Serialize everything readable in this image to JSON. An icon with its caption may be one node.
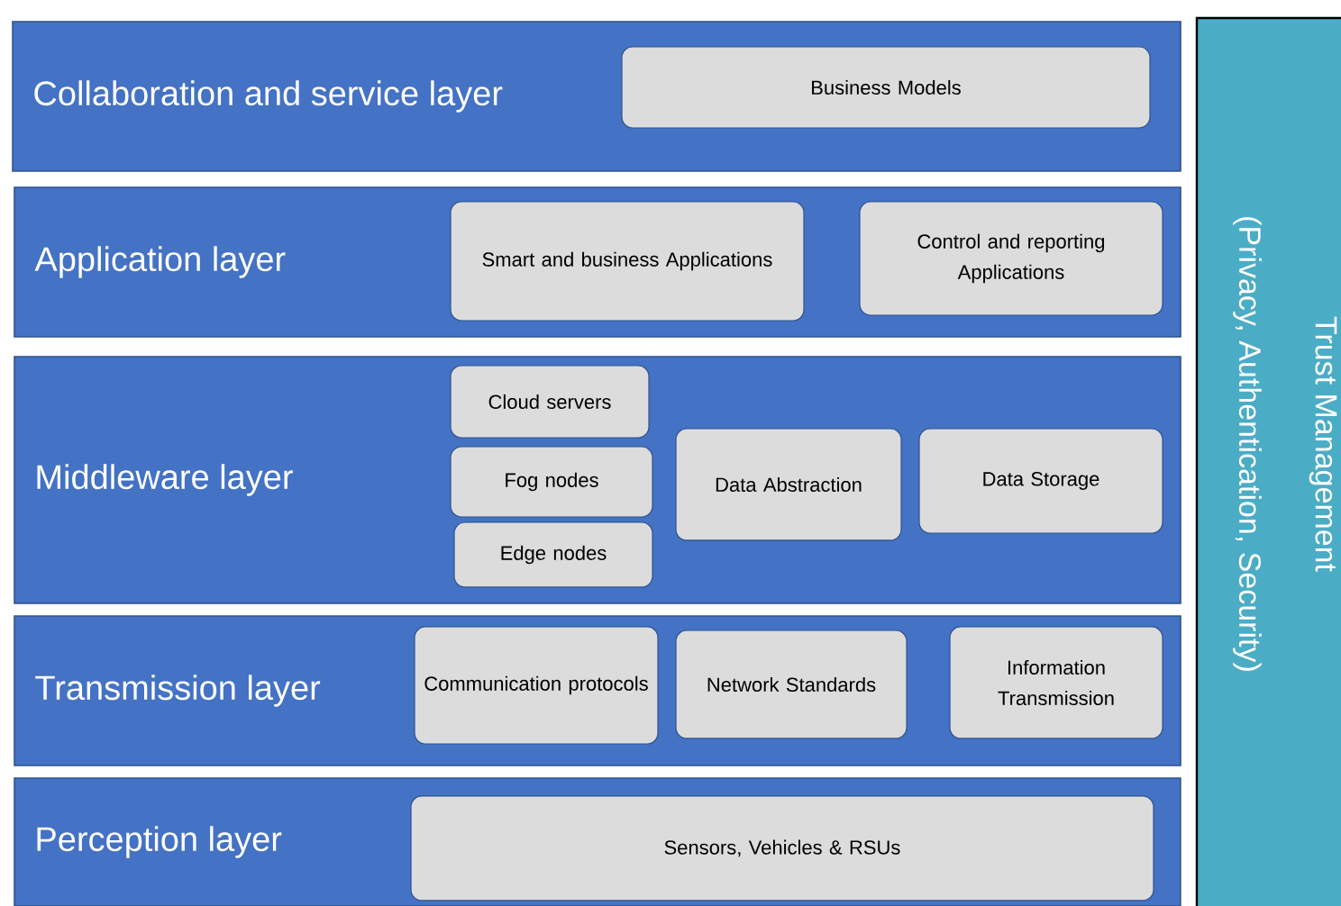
{
  "diagram": {
    "nodes": [
      {
        "text": [
          "Collaboration and service layer"
        ]
      },
      {
        "text": [
          "Business Models"
        ],
        "in": 0
      },
      {
        "text": [
          "Application layer"
        ]
      },
      {
        "text": [
          "Smart and business Applications"
        ],
        "in": 2
      },
      {
        "text": [
          "Control and reporting Applications"
        ],
        "in": 2
      },
      {
        "text": [
          "Middleware layer"
        ]
      },
      {
        "text": [
          "Cloud servers"
        ],
        "in": 5
      },
      {
        "text": [
          "Fog nodes"
        ],
        "in": 5
      },
      {
        "text": [
          "Edge nodes"
        ],
        "in": 5
      },
      {
        "text": [
          "Data Abstraction"
        ],
        "in": 5
      },
      {
        "text": [
          "Data Storage"
        ],
        "in": 5
      },
      {
        "text": [
          "Transmission layer"
        ]
      },
      {
        "text": [
          "Communication protocols"
        ],
        "in": 11
      },
      {
        "text": [
          "Network Standards"
        ],
        "in": 11
      },
      {
        "text": [
          "Information Transmission"
        ],
        "in": 11
      },
      {
        "text": [
          "Perception layer"
        ]
      },
      {
        "text": [
          "Sensors, Vehicles & RSUs"
        ],
        "in": 15
      },
      {
        "text": [
          "Trust Management",
          "(Privacy, Authentication, Security)"
        ]
      }
    ]
  }
}
